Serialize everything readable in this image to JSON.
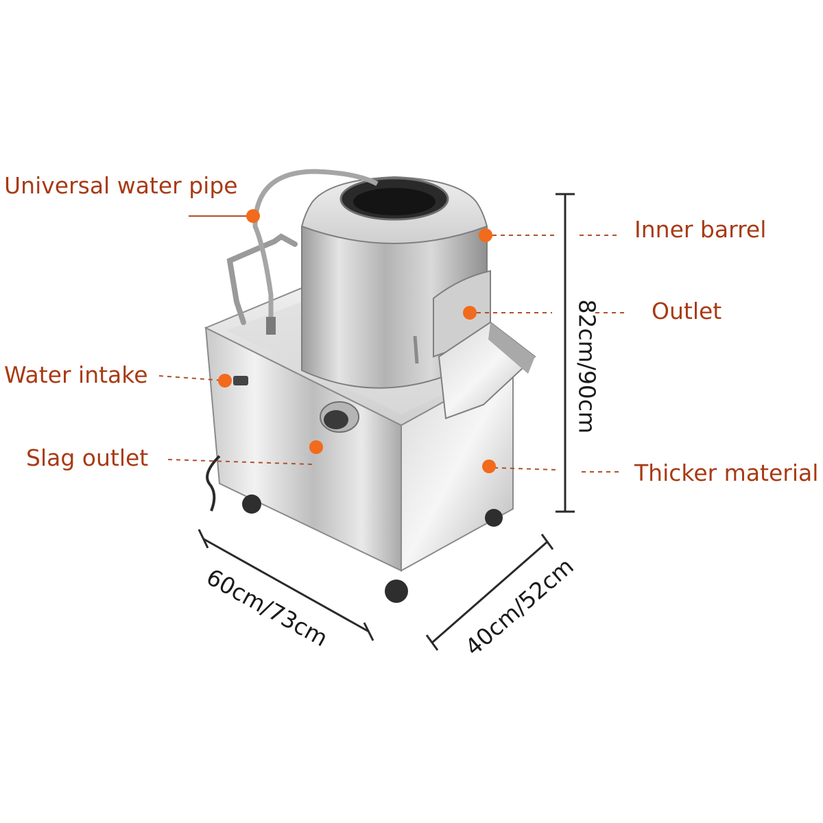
{
  "labels": {
    "universal_water_pipe": "Universal water pipe",
    "water_intake": "Water intake",
    "slag_outlet": "Slag outlet",
    "inner_barrel": "Inner barrel",
    "outlet": "Outlet",
    "thicker_material": "Thicker material"
  },
  "dimensions": {
    "height": "82cm/90cm",
    "width": "60cm/73cm",
    "depth": "40cm/52cm"
  },
  "colors": {
    "label_text": "#a83a14",
    "marker_dot": "#f26a1c",
    "leader_line": "#b0502a",
    "dimension_text": "#1a1a1a"
  }
}
